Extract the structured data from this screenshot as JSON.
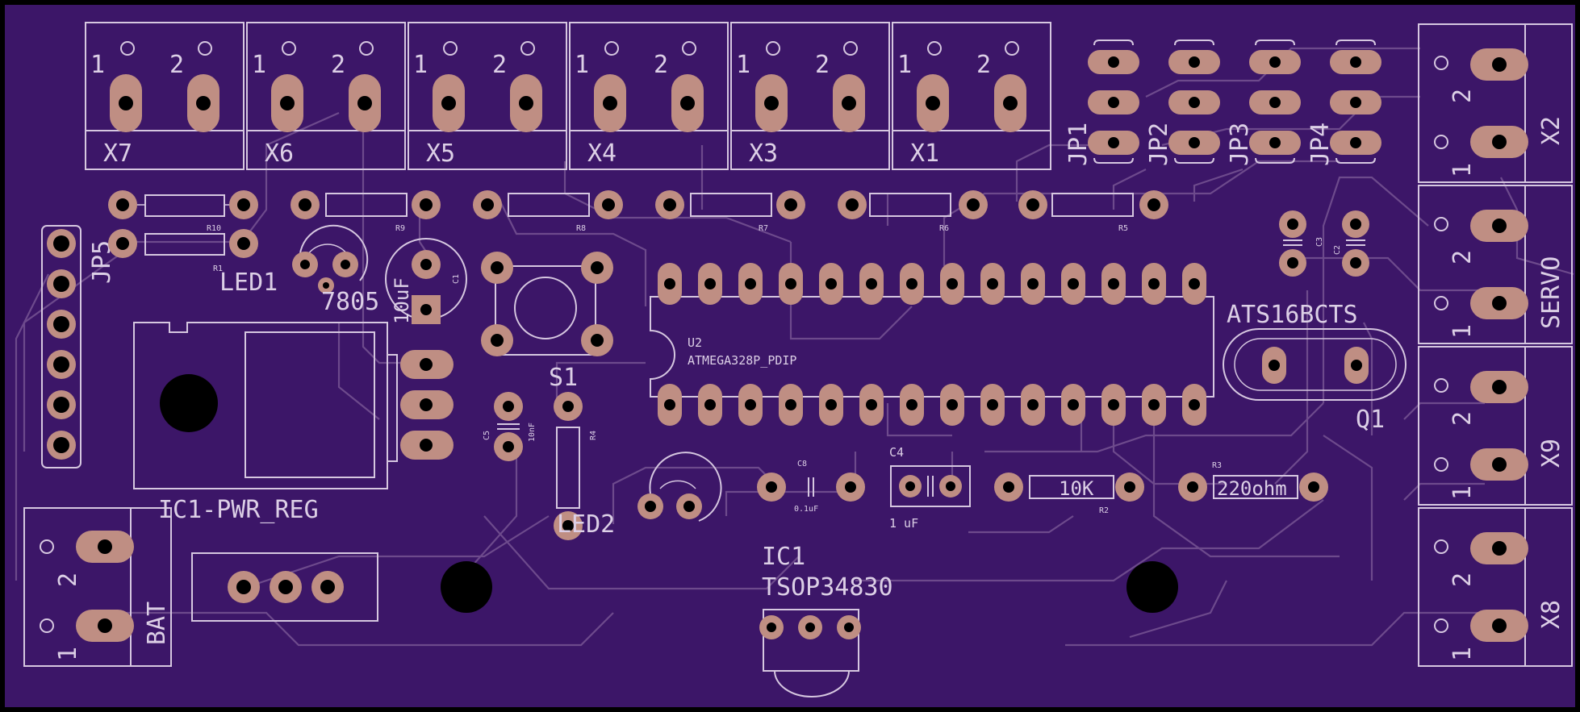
{
  "colors": {
    "board": "#3c1668",
    "silkscreen": "#d6c7e0",
    "pad": "#bf8e83",
    "trace": "#6d4a8c",
    "hole": "#000000"
  },
  "terminals_top": [
    {
      "name": "X7",
      "pin1": "1",
      "pin2": "2"
    },
    {
      "name": "X6",
      "pin1": "1",
      "pin2": "2"
    },
    {
      "name": "X5",
      "pin1": "1",
      "pin2": "2"
    },
    {
      "name": "X4",
      "pin1": "1",
      "pin2": "2"
    },
    {
      "name": "X3",
      "pin1": "1",
      "pin2": "2"
    },
    {
      "name": "X1",
      "pin1": "1",
      "pin2": "2"
    }
  ],
  "terminals_right": [
    {
      "name": "X2",
      "pin1": "1",
      "pin2": "2"
    },
    {
      "name": "SERVO",
      "pin1": "1",
      "pin2": "2"
    },
    {
      "name": "X9",
      "pin1": "1",
      "pin2": "2"
    },
    {
      "name": "X8",
      "pin1": "1",
      "pin2": "2"
    }
  ],
  "terminal_left": {
    "name": "BAT",
    "pin1": "1",
    "pin2": "2"
  },
  "jumpers": [
    "JP1",
    "JP2",
    "JP3",
    "JP4"
  ],
  "header": {
    "name": "JP5"
  },
  "resistors_top": [
    "R9",
    "R8",
    "R7",
    "R6",
    "R5"
  ],
  "resistors_left": [
    "R10",
    "R1"
  ],
  "led1": "LED1",
  "cap_c1": {
    "name": "C1",
    "value": "10uF"
  },
  "regulator": {
    "part": "7805",
    "name": "IC1-PWR_REG"
  },
  "switch": "S1",
  "mcu": {
    "ref": "U2",
    "part": "ATMEGA328P_PDIP"
  },
  "crystal": {
    "part": "ATS16BCTS",
    "ref": "Q1"
  },
  "cap_c2": "C2",
  "cap_c3": "C3",
  "cap_c5": {
    "name": "C5",
    "value": "10nF"
  },
  "res_r4": "R4",
  "led2": "LED2",
  "cap_c8": {
    "name": "C8",
    "value": "0.1uF"
  },
  "cap_c4": {
    "name": "C4",
    "value": "1 uF"
  },
  "res_r2": {
    "name": "R2",
    "value": "10K"
  },
  "res_r3": {
    "name": "R3",
    "value": "220ohm"
  },
  "ir_receiver": {
    "ref": "IC1",
    "part": "TSOP34830"
  }
}
